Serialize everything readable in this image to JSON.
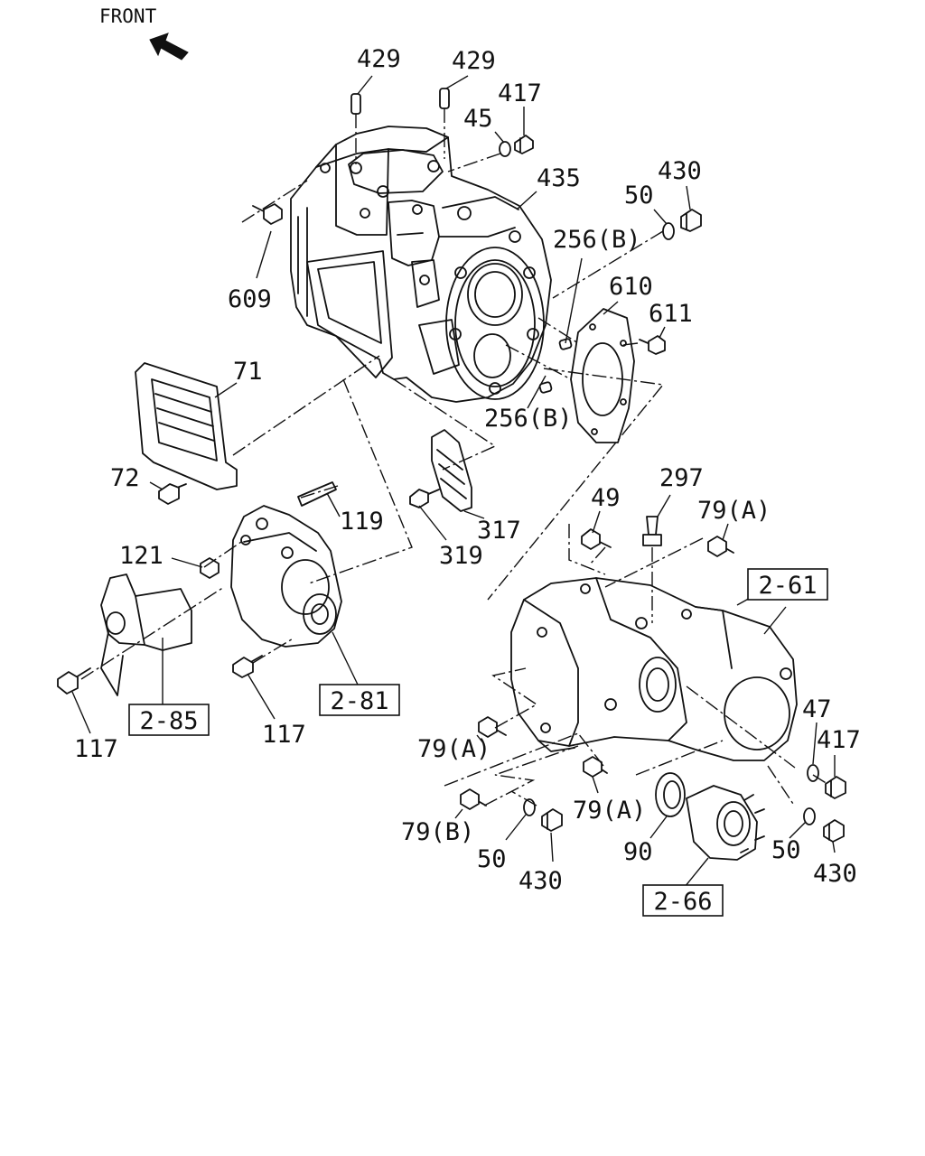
{
  "header": {
    "direction_label": "FRONT",
    "direction_icon": "front-arrow-icon"
  },
  "callouts": {
    "c429a": "429",
    "c429b": "429",
    "c417top": "417",
    "c45": "45",
    "c435": "435",
    "c430top": "430",
    "c50top": "50",
    "c256b_top": "256(B)",
    "c610": "610",
    "c611": "611",
    "c609": "609",
    "c71": "71",
    "c256b_bot": "256(B)",
    "c72": "72",
    "c297": "297",
    "c49": "49",
    "c79a_top": "79(A)",
    "c119": "119",
    "c121": "121",
    "c317": "317",
    "c319": "319",
    "c47": "47",
    "c417bot": "417",
    "c117a": "117",
    "c117b": "117",
    "c79a_mid": "79(A)",
    "c79a_low": "79(A)",
    "c79b": "79(B)",
    "c50a": "50",
    "c430a": "430",
    "c90": "90",
    "c50b": "50",
    "c430b": "430"
  },
  "references": {
    "r261": "2-61",
    "r281": "2-81",
    "r285": "2-85",
    "r266": "2-66"
  }
}
